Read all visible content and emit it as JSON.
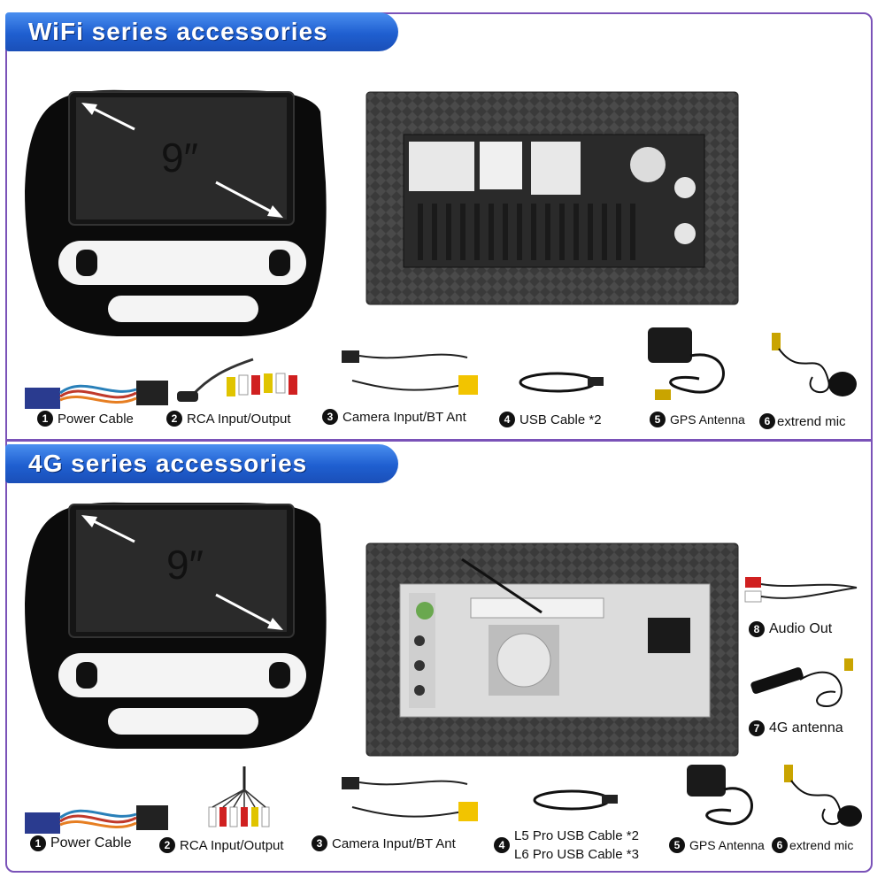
{
  "sections": [
    {
      "title": "WiFi series accessories"
    },
    {
      "title": "4G series accessories"
    }
  ],
  "screen_size": "9″",
  "wifi_items": [
    {
      "num": "1",
      "label": "Power Cable"
    },
    {
      "num": "2",
      "label": "RCA Input/Output"
    },
    {
      "num": "3",
      "label": "Camera Input/BT Ant"
    },
    {
      "num": "4",
      "label": "USB Cable *2"
    },
    {
      "num": "5",
      "label": "GPS Antenna"
    },
    {
      "num": "6",
      "label": "extrend mic"
    }
  ],
  "g4_items": [
    {
      "num": "1",
      "label": "Power Cable"
    },
    {
      "num": "2",
      "label": "RCA Input/Output"
    },
    {
      "num": "3",
      "label": "Camera Input/BT Ant"
    },
    {
      "num": "4",
      "line1": "L5 Pro USB Cable *2",
      "line2": "L6 Pro USB Cable *3"
    },
    {
      "num": "5",
      "label": "GPS Antenna"
    },
    {
      "num": "6",
      "label": "extrend mic"
    },
    {
      "num": "7",
      "label": "4G antenna"
    },
    {
      "num": "8",
      "label": "Audio Out"
    }
  ]
}
